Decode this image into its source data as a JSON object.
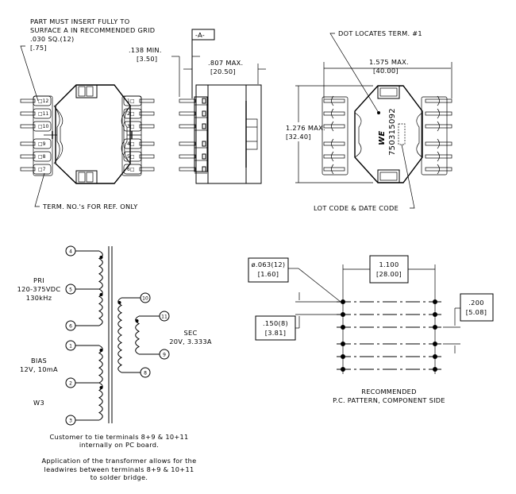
{
  "drawing": {
    "top_left_note": {
      "lines": [
        "PART MUST INSERT FULLY TO",
        "SURFACE A IN RECOMMENDED GRID",
        ".030 SQ.(12)",
        "[.75]"
      ]
    },
    "datum_label": "-A-",
    "dim_138": {
      "line1": ".138 MIN.",
      "line2": "[3.50]"
    },
    "dim_807": {
      "line1": ".807 MAX.",
      "line2": "[20.50]"
    },
    "dot_note": "DOT LOCATES TERM. #1",
    "dim_1575": {
      "line1": "1.575 MAX.",
      "line2": "[40.00]"
    },
    "dim_1276": {
      "line1": "1.276 MAX.",
      "line2": "[32.40]"
    },
    "part_number": "750315092",
    "brand_logo": "WE",
    "term_ref_note": "TERM. NO.'s FOR REF. ONLY",
    "lot_code_note": "LOT CODE & DATE CODE",
    "left_terminals": [
      "12",
      "11",
      "10",
      "9",
      "8",
      "7"
    ],
    "right_terminals": [
      "1",
      "2",
      "3",
      "4",
      "5",
      "6"
    ]
  },
  "schematic": {
    "primary": {
      "label": "PRI",
      "voltage": "120-375VDC",
      "frequency": "130kHz"
    },
    "bias": {
      "label": "BIAS",
      "rating": "12V, 10mA"
    },
    "w3": {
      "label": "W3"
    },
    "secondary": {
      "label": "SEC",
      "rating": "20V, 3.333A"
    },
    "pins": {
      "p1": "1",
      "p2": "2",
      "p3": "3",
      "p4": "4",
      "p5": "5",
      "p6": "6",
      "p8": "8",
      "p9": "9",
      "p10": "10",
      "p11": "11"
    },
    "note1": [
      "Customer to tie terminals 8+9 & 10+11",
      "internally on PC board."
    ],
    "note2": [
      "Application of the transformer allows for the",
      "leadwires between terminals 8+9 & 10+11",
      "to solder bridge."
    ]
  },
  "pcb_pattern": {
    "hole_dim": {
      "line1": "ø.063(12)",
      "line2": "[1.60]"
    },
    "span_dim": {
      "line1": "1.100",
      "line2": "[28.00]"
    },
    "pitch_small": {
      "line1": ".150(8)",
      "line2": "[3.81]"
    },
    "pitch_large": {
      "line1": ".200",
      "line2": "[5.08]"
    },
    "caption": [
      "RECOMMENDED",
      "P.C. PATTERN, COMPONENT SIDE"
    ]
  }
}
